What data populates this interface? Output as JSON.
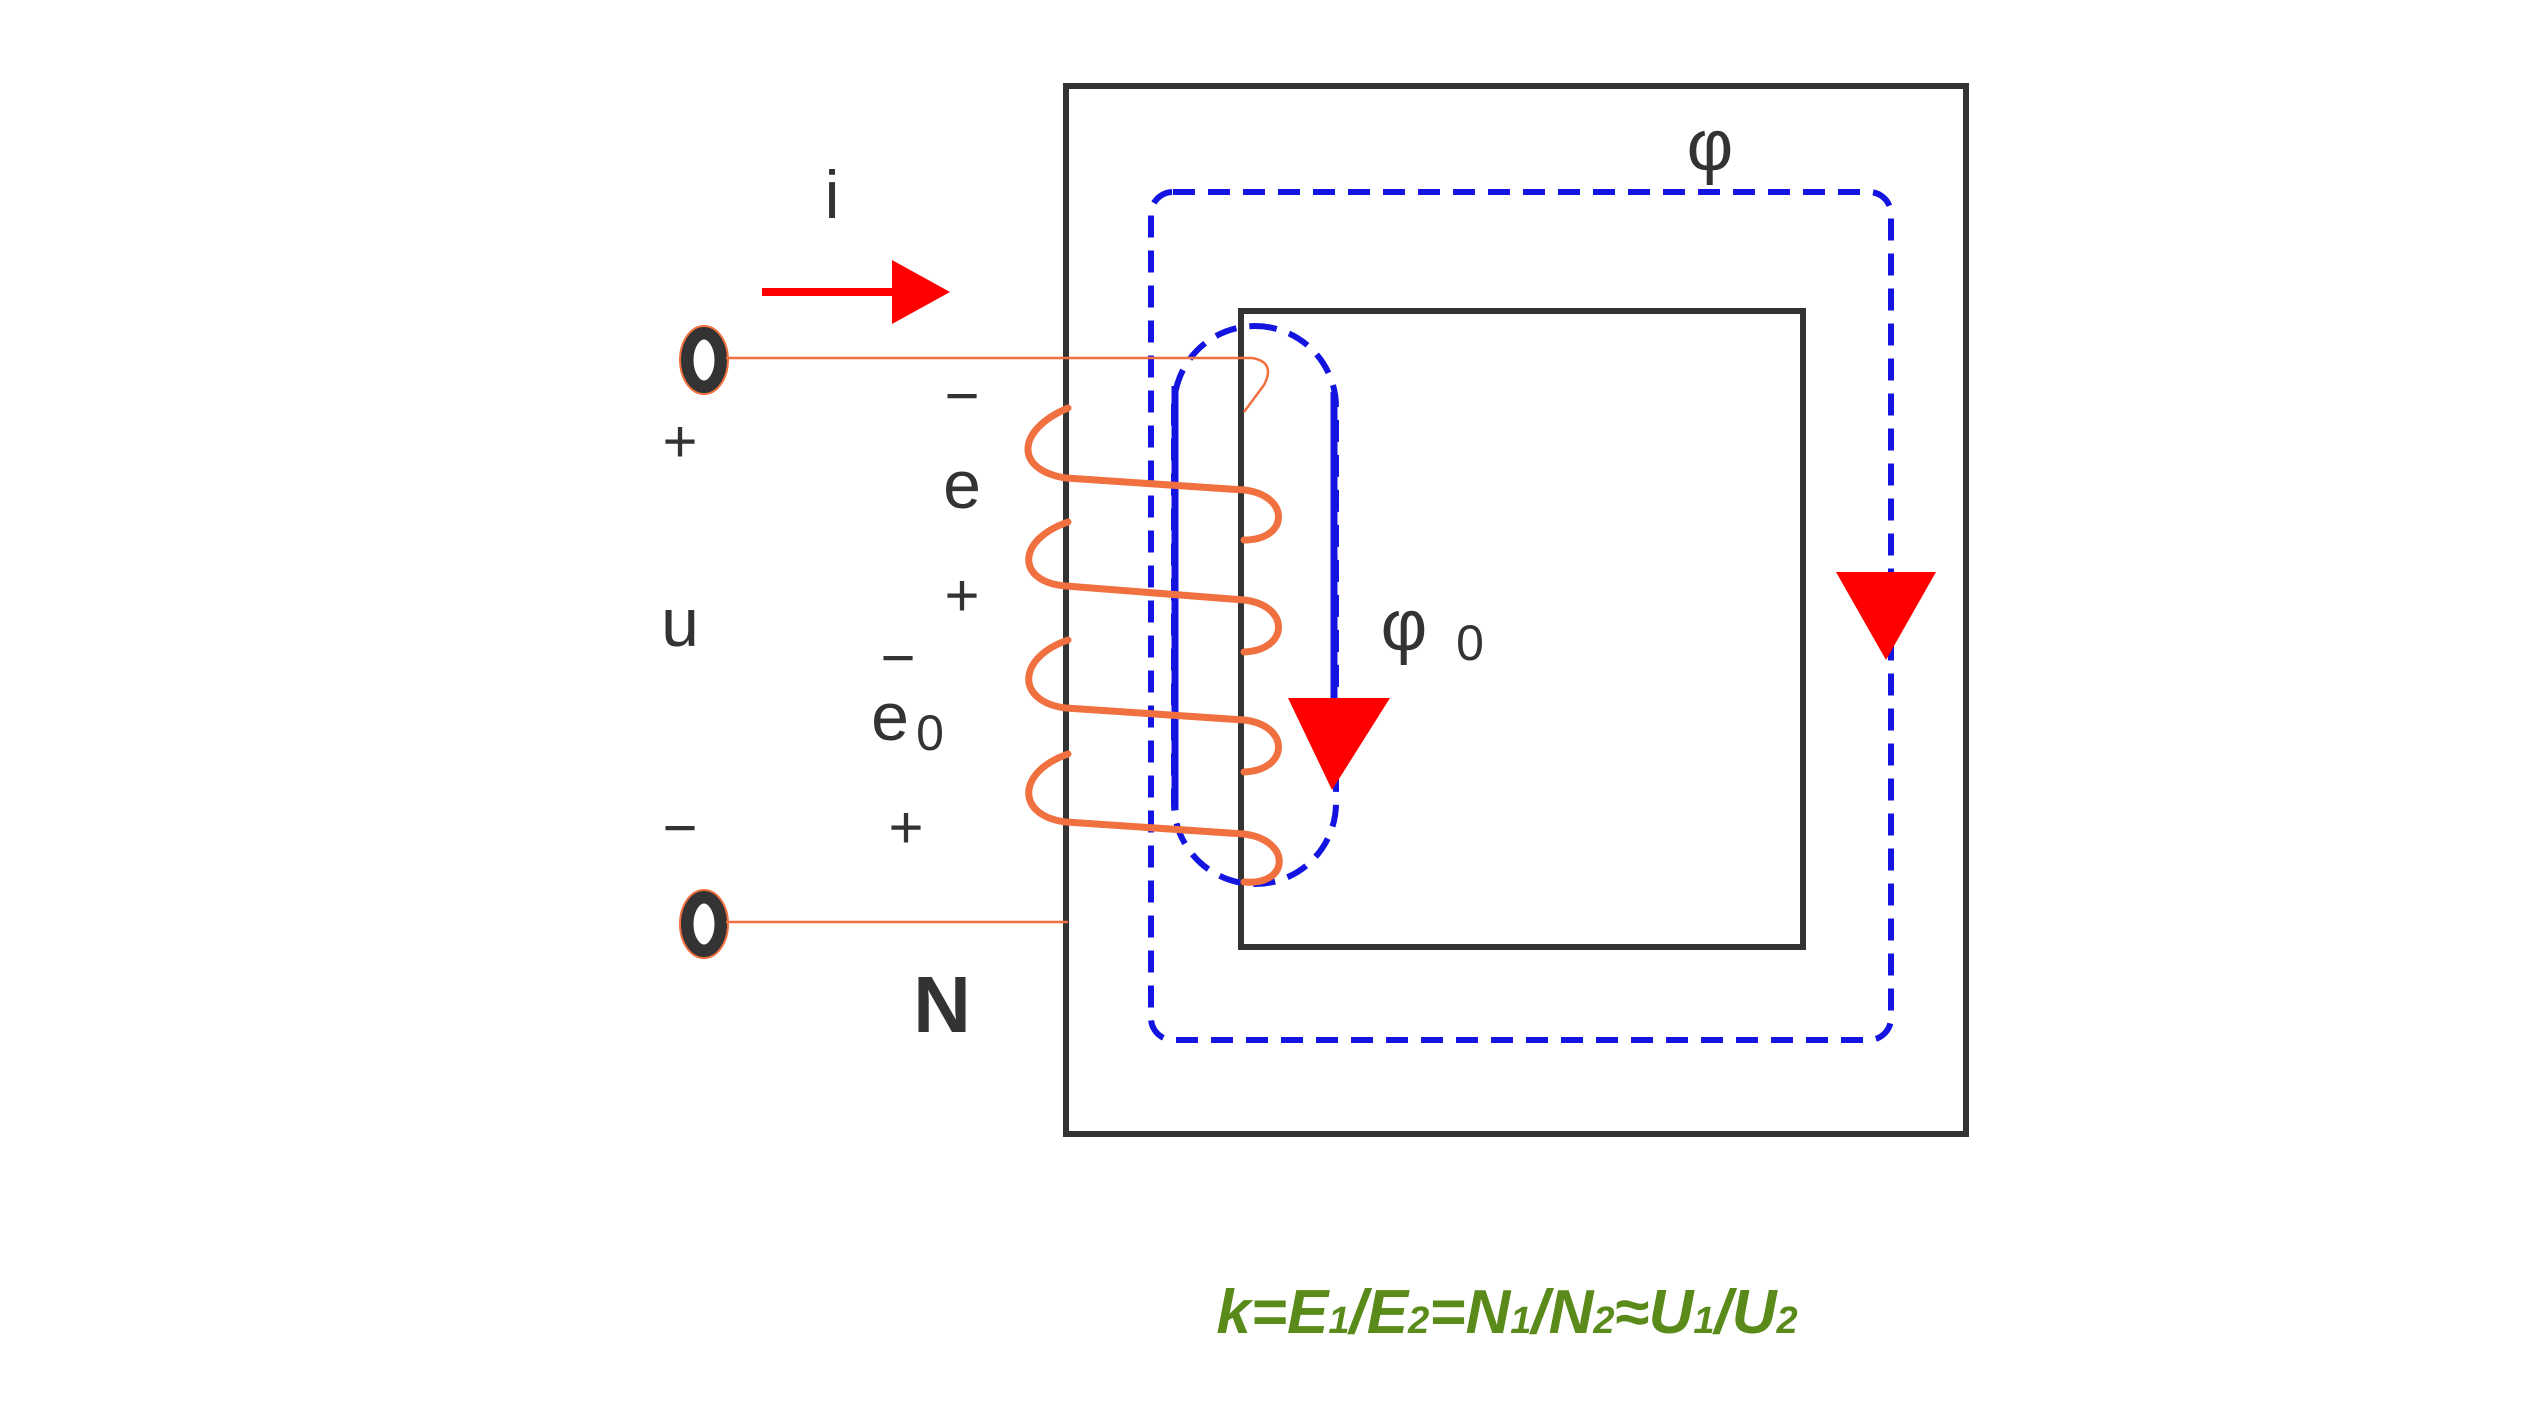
{
  "labels": {
    "current": "i",
    "flux_main": "φ",
    "flux_leak": "φ",
    "flux_leak_sub": "0",
    "voltage": "u",
    "emf": "e",
    "emf_leak": "e",
    "emf_leak_sub": "0",
    "turns": "N",
    "plus": "+",
    "minus": "−"
  },
  "formula": {
    "k": "k",
    "eq1": "=",
    "e1": "E",
    "e1_sub": "1",
    "slash1": "/",
    "e2": "E",
    "e2_sub": "2",
    "eq2": "=",
    "n1": "N",
    "n1_sub": "1",
    "slash2": "/",
    "n2": "N",
    "n2_sub": "2",
    "approx": "≈",
    "u1": "U",
    "u1_sub": "1",
    "slash3": "/",
    "u2": "U",
    "u2_sub": "2"
  },
  "colors": {
    "core": "#333333",
    "coil": "#f07040",
    "flux": "#1414e0",
    "arrow": "#ff0000",
    "formula": "#5a8a1a"
  }
}
